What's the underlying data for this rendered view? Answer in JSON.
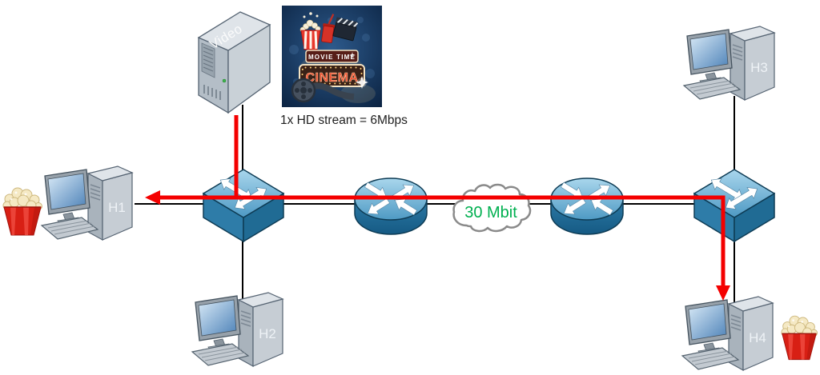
{
  "caption": "1x HD stream = 6Mbps",
  "video_server": {
    "label": "Video"
  },
  "cinema_logo": {
    "line1": "MOVIE TIME",
    "line2": "CINEMA"
  },
  "wan_cloud": {
    "label": "30 Mbit"
  },
  "hosts": {
    "h1": "H1",
    "h2": "H2",
    "h3": "H3",
    "h4": "H4"
  },
  "colors": {
    "stream_arrow": "#f40000",
    "link_line": "#000000",
    "bandwidth_text": "#00b050",
    "device_blue": "#4e9ac4"
  }
}
